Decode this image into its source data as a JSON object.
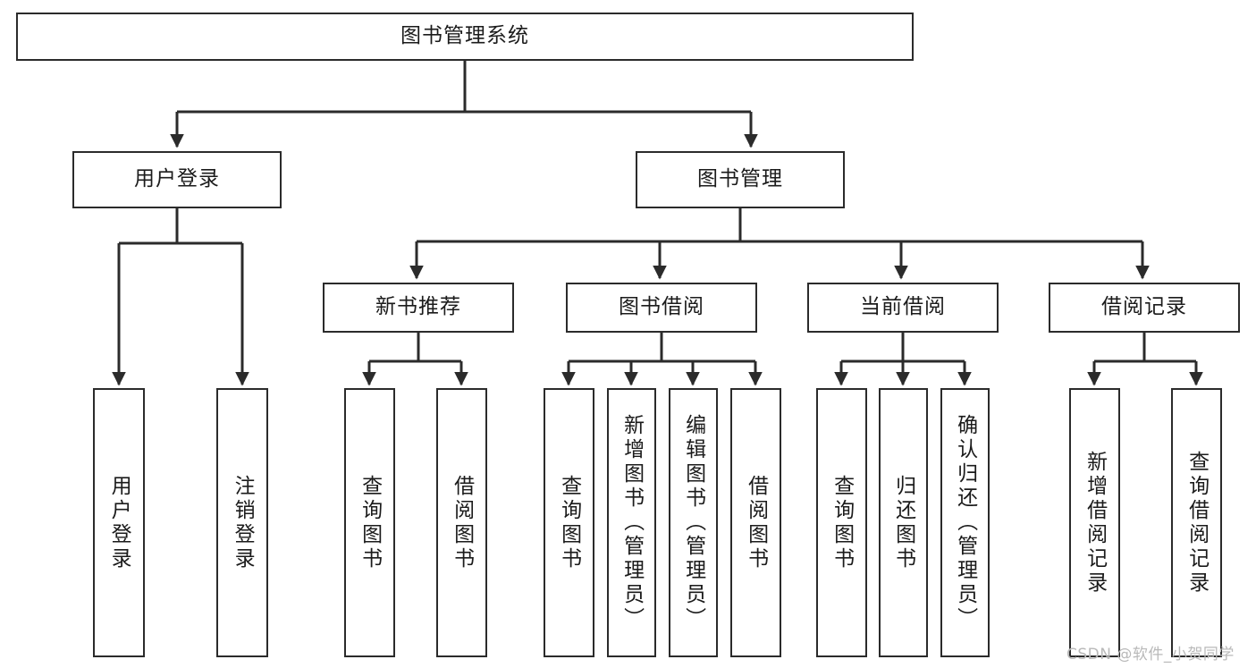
{
  "diagram": {
    "title": "图书管理系统",
    "type": "tree-hierarchy",
    "orientation": "top-down",
    "colors": {
      "stroke": "#2b2b2b",
      "fill": "#ffffff",
      "text": "#1b1b1b",
      "watermark": "#b9b9b9"
    },
    "root": {
      "id": "root",
      "label": "图书管理系统",
      "text_orientation": "horizontal"
    },
    "level2": [
      {
        "id": "user-login",
        "label": "用户登录",
        "text_orientation": "horizontal"
      },
      {
        "id": "book-management",
        "label": "图书管理",
        "text_orientation": "horizontal"
      }
    ],
    "level3": [
      {
        "id": "new-book-recommend",
        "label": "新书推荐",
        "parent": "book-management",
        "text_orientation": "horizontal"
      },
      {
        "id": "book-borrow",
        "label": "图书借阅",
        "parent": "book-management",
        "text_orientation": "horizontal"
      },
      {
        "id": "current-borrow",
        "label": "当前借阅",
        "parent": "book-management",
        "text_orientation": "horizontal"
      },
      {
        "id": "borrow-record",
        "label": "借阅记录",
        "parent": "book-management",
        "text_orientation": "horizontal"
      }
    ],
    "leaves": [
      {
        "id": "leaf-user-login",
        "label": "用户登录",
        "parent": "user-login",
        "text_orientation": "vertical"
      },
      {
        "id": "leaf-user-logout",
        "label": "注销登录",
        "parent": "user-login",
        "text_orientation": "vertical"
      },
      {
        "id": "leaf-query-book-1",
        "label": "查询图书",
        "parent": "new-book-recommend",
        "text_orientation": "vertical"
      },
      {
        "id": "leaf-borrow-book-1",
        "label": "借阅图书",
        "parent": "new-book-recommend",
        "text_orientation": "vertical"
      },
      {
        "id": "leaf-query-book-2",
        "label": "查询图书",
        "parent": "book-borrow",
        "text_orientation": "vertical"
      },
      {
        "id": "leaf-add-book",
        "label": "新增图书（管理员）",
        "parent": "book-borrow",
        "text_orientation": "vertical"
      },
      {
        "id": "leaf-edit-book",
        "label": "编辑图书（管理员）",
        "parent": "book-borrow",
        "text_orientation": "vertical"
      },
      {
        "id": "leaf-borrow-book-2",
        "label": "借阅图书",
        "parent": "book-borrow",
        "text_orientation": "vertical"
      },
      {
        "id": "leaf-query-book-3",
        "label": "查询图书",
        "parent": "current-borrow",
        "text_orientation": "vertical"
      },
      {
        "id": "leaf-return-book",
        "label": "归还图书",
        "parent": "current-borrow",
        "text_orientation": "vertical"
      },
      {
        "id": "leaf-confirm-return",
        "label": "确认归还（管理员）",
        "parent": "current-borrow",
        "text_orientation": "vertical"
      },
      {
        "id": "leaf-add-record",
        "label": "新增借阅记录",
        "parent": "borrow-record",
        "text_orientation": "vertical"
      },
      {
        "id": "leaf-query-record",
        "label": "查询借阅记录",
        "parent": "borrow-record",
        "text_orientation": "vertical"
      }
    ]
  },
  "watermark": {
    "text": "CSDN @软件_小贺同学"
  }
}
